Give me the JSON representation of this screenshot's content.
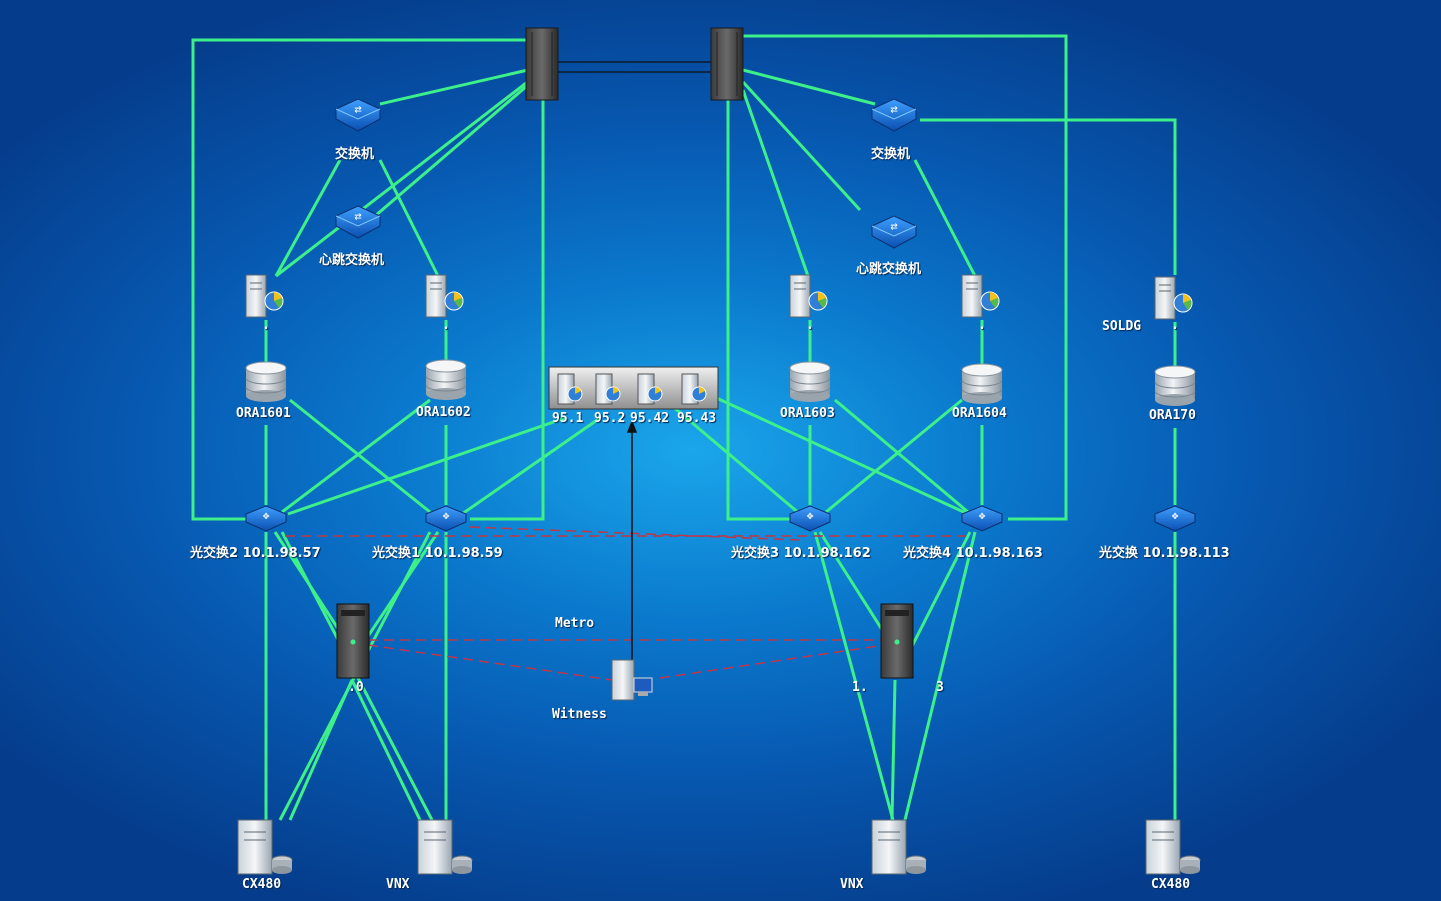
{
  "labels": {
    "switch_left": "交换机",
    "switch_right": "交换机",
    "hb_left": "心跳交换机",
    "hb_right": "心跳交换机",
    "soldg": "SOLDG",
    "ora1601": "ORA1601",
    "ora1602": "ORA1602",
    "ora1603": "ORA1603",
    "ora1604": "ORA1604",
    "ora170": "ORA170",
    "vm1": "95.1",
    "vm2": "95.2",
    "vm3": "95.42",
    "vm4": "95.43",
    "fc2": "光交换2 10.1.98.57",
    "fc1": "光交换1 10.1.98.59",
    "fc3": "光交换3 10.1.98.162",
    "fc4": "光交换4 10.1.98.163",
    "fc5": "光交换 10.1.98.113",
    "metro": "Metro",
    "witness": "Witness",
    "cx480_left": "CX480",
    "vnx_left": "VNX",
    "vnx_right": "VNX",
    "cx480_right": "CX480",
    "srv1_dot": ".",
    "srv2_dot": ".",
    "srv3_dot": ".",
    "srv4_dot": ".",
    "srv5_dot": ".",
    "vplex_left_tag": ".0",
    "vplex_right_tag_a": "1.",
    "vplex_right_tag_b": "3"
  },
  "colors": {
    "link": "#3df08a",
    "dashed": "#c0364a",
    "label": "#ffffff"
  }
}
